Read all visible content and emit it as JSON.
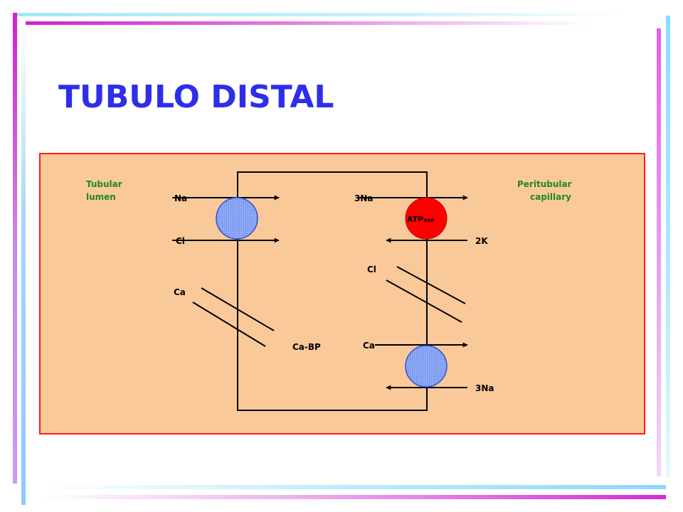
{
  "slide": {
    "title": "TUBULO DISTAL",
    "colors": {
      "title": "#2e2eea",
      "diagram_background": "#fac99a",
      "diagram_border": "#ff1a1a",
      "label_green": "#1e8a1e",
      "transporter_blue": "#7f9ff3",
      "atpase_red": "#ff0000"
    }
  },
  "diagram": {
    "lumen_label_line1": "Tubular",
    "lumen_label_line2": "lumen",
    "capillary_label_line1": "Peritubular",
    "capillary_label_line2": "capillary",
    "apical_na": "Na",
    "apical_cl": "Cl",
    "apical_ca": "Ca",
    "ca_bp": "Ca-BP",
    "baso_3na_top": "3Na",
    "atpase": "ATPase",
    "atpase_main": "ATP",
    "atpase_sub": "ase",
    "baso_2k": "2K",
    "baso_cl": "Cl",
    "baso_ca": "Ca",
    "baso_3na_bottom": "3Na"
  }
}
